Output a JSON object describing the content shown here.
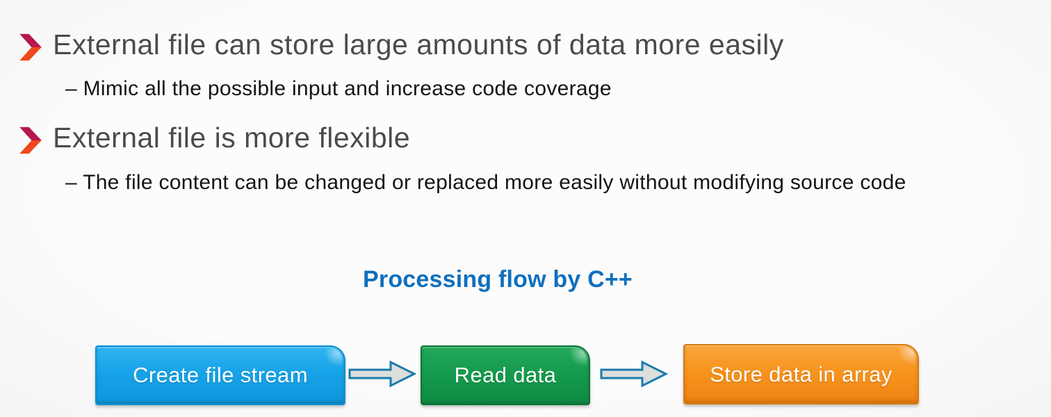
{
  "slide": {
    "background_color": "#f9f9f9",
    "bullets": [
      {
        "marker": "chevron-right",
        "text": "External file can store large amounts of data more easily",
        "sub_items": [
          "– Mimic all the possible input and increase code coverage"
        ]
      },
      {
        "marker": "chevron-right",
        "text": "External file is more flexible",
        "sub_items": [
          "– The file content can be changed or replaced more easily without modifying source code"
        ]
      }
    ],
    "marker_colors": {
      "top_half": "#b8174b",
      "bottom_half": "#f1491c"
    },
    "text_colors": {
      "bullet": "#4b4b4b",
      "sub_bullet": "#141414"
    },
    "flow": {
      "title": "Processing flow by C++",
      "title_color": "#0f6fbd",
      "steps": [
        {
          "label": "Create file stream",
          "fill": "#17a3e8",
          "border": "#0d8fd2"
        },
        {
          "label": "Read data",
          "fill": "#159a4d",
          "border": "#0b7437"
        },
        {
          "label": "Store data in array",
          "fill": "#f7941e",
          "border": "#d9790e"
        }
      ],
      "connector": {
        "shape": "block-arrow",
        "fill": "#dcdedc",
        "stroke": "#1a7cab"
      }
    }
  }
}
